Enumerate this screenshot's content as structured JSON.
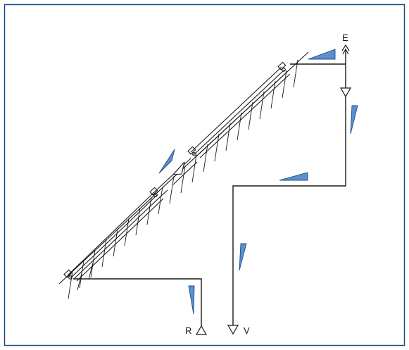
{
  "labels": {
    "exhaust": "E",
    "return": "R",
    "ventilation": "V"
  },
  "colors": {
    "border": "#1c4f86",
    "line": "#1a1a1a",
    "airflow_fill": "#5b8fd0",
    "airflow_stroke": "#1c4f86",
    "background": "#ffffff"
  },
  "icons": {
    "exhaust_outlet": "arrow-up-icon",
    "return_inlet": "triangle-up-icon",
    "supply_outlet": "triangle-down-icon",
    "airflow_indicator": "wedge-arrow-icon"
  }
}
